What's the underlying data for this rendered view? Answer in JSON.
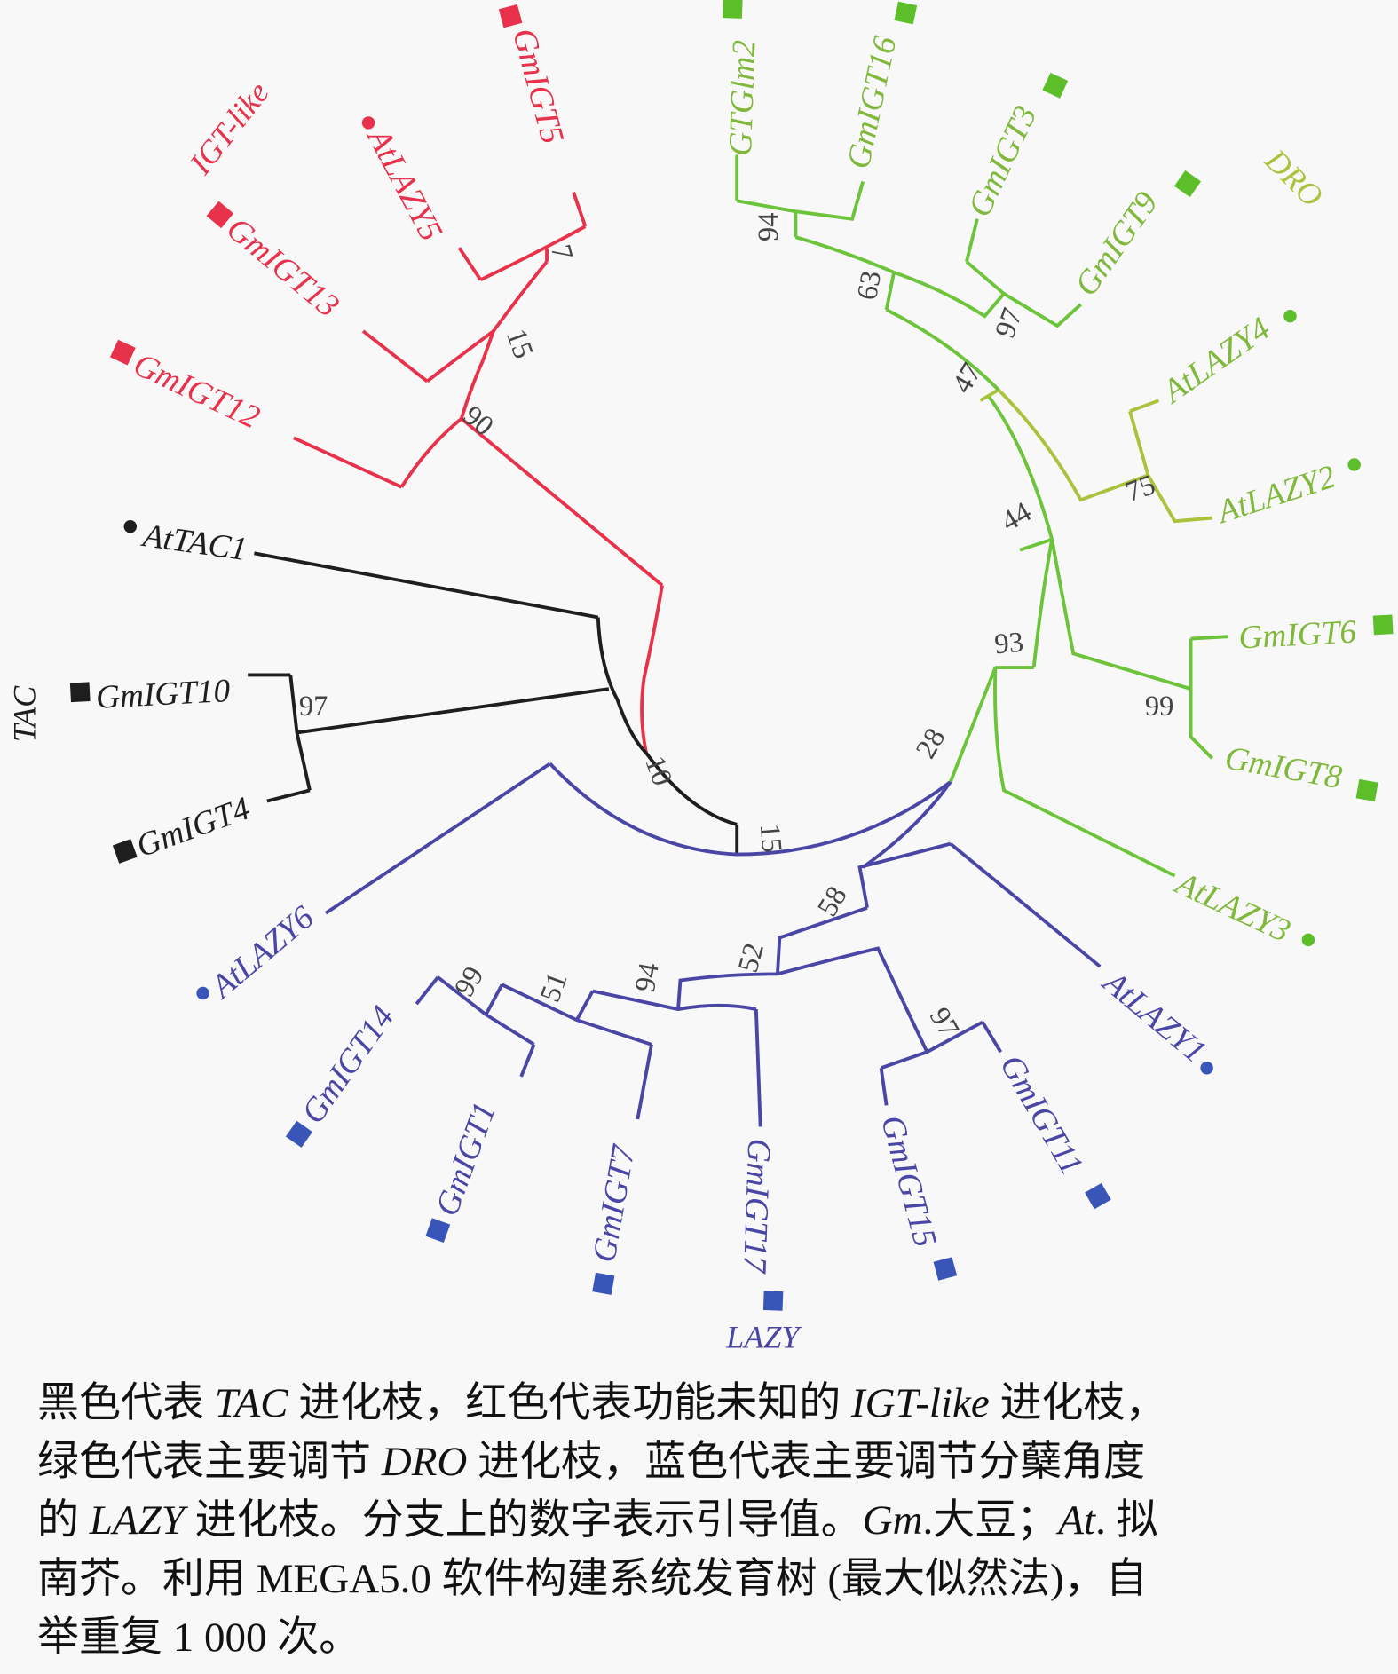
{
  "colors": {
    "tac": "#1e1e1e",
    "igt_like": "#e8314b",
    "dro": "#6cc43a",
    "dro_light": "#a9c33c",
    "lazy": "#4a46a6"
  },
  "clade_labels": {
    "tac": "TAC",
    "igt_like": "IGT-like",
    "dro": "DRO",
    "lazy": "LAZY"
  },
  "leaves": [
    {
      "name": "GmIGT5",
      "clade": "igt_like",
      "marker": "square"
    },
    {
      "name": "AtLAZY5",
      "clade": "igt_like",
      "marker": "circle"
    },
    {
      "name": "GmIGT13",
      "clade": "igt_like",
      "marker": "square"
    },
    {
      "name": "GmIGT12",
      "clade": "igt_like",
      "marker": "square"
    },
    {
      "name": "AtTAC1",
      "clade": "tac",
      "marker": "circle"
    },
    {
      "name": "GmIGT10",
      "clade": "tac",
      "marker": "square"
    },
    {
      "name": "GmIGT4",
      "clade": "tac",
      "marker": "square"
    },
    {
      "name": "AtLAZY6",
      "clade": "lazy",
      "marker": "circle"
    },
    {
      "name": "GmIGT14",
      "clade": "lazy",
      "marker": "square"
    },
    {
      "name": "GmIGT1",
      "clade": "lazy",
      "marker": "square"
    },
    {
      "name": "GmIGT7",
      "clade": "lazy",
      "marker": "square"
    },
    {
      "name": "GmIGT17",
      "clade": "lazy",
      "marker": "square"
    },
    {
      "name": "GmIGT15",
      "clade": "lazy",
      "marker": "square"
    },
    {
      "name": "GmIGT11",
      "clade": "lazy",
      "marker": "square"
    },
    {
      "name": "AtLAZY1",
      "clade": "lazy",
      "marker": "circle"
    },
    {
      "name": "AtLAZY3",
      "clade": "dro",
      "marker": "circle"
    },
    {
      "name": "GmIGT8",
      "clade": "dro",
      "marker": "square"
    },
    {
      "name": "GmIGT6",
      "clade": "dro",
      "marker": "square"
    },
    {
      "name": "AtLAZY2",
      "clade": "dro",
      "marker": "circle"
    },
    {
      "name": "AtLAZY4",
      "clade": "dro",
      "marker": "circle"
    },
    {
      "name": "GmIGT9",
      "clade": "dro",
      "marker": "square"
    },
    {
      "name": "GmIGT3",
      "clade": "dro",
      "marker": "square"
    },
    {
      "name": "GmIGT16",
      "clade": "dro",
      "marker": "square"
    },
    {
      "name": "GTGlm2",
      "clade": "dro",
      "marker": "square"
    }
  ],
  "bootstrap": [
    {
      "value": "7",
      "clade": "igt_like"
    },
    {
      "value": "15",
      "clade": "igt_like"
    },
    {
      "value": "90",
      "clade": "igt_like"
    },
    {
      "value": "97",
      "clade": "tac"
    },
    {
      "value": "10",
      "clade": "tac"
    },
    {
      "value": "15",
      "clade": "tac"
    },
    {
      "value": "28",
      "clade": "lazy"
    },
    {
      "value": "58",
      "clade": "lazy"
    },
    {
      "value": "52",
      "clade": "lazy"
    },
    {
      "value": "94",
      "clade": "lazy"
    },
    {
      "value": "51",
      "clade": "lazy"
    },
    {
      "value": "99",
      "clade": "lazy"
    },
    {
      "value": "97",
      "clade": "lazy"
    },
    {
      "value": "94",
      "clade": "dro"
    },
    {
      "value": "63",
      "clade": "dro"
    },
    {
      "value": "97",
      "clade": "dro"
    },
    {
      "value": "47",
      "clade": "dro"
    },
    {
      "value": "75",
      "clade": "dro"
    },
    {
      "value": "44",
      "clade": "dro"
    },
    {
      "value": "93",
      "clade": "dro"
    },
    {
      "value": "99",
      "clade": "dro"
    }
  ],
  "caption": {
    "l1a": "黑色代表 ",
    "l1b": "TAC",
    "l1c": " 进化枝，红色代表功能未知的 ",
    "l1d": "IGT-like",
    "l1e": " 进化枝，",
    "l2a": "绿色代表主要调节 ",
    "l2b": "DRO",
    "l2c": " 进化枝，蓝色代表主要调节分蘖角度",
    "l3a": "的 ",
    "l3b": "LAZY",
    "l3c": " 进化枝。分支上的数字表示引导值。",
    "l3d": "Gm",
    "l3e": ".大豆；",
    "l3f": "At",
    "l3g": ". 拟",
    "l4": "南芥。利用 MEGA5.0 软件构建系统发育树 (最大似然法)，自",
    "l5": "举重复 1 000 次。"
  }
}
